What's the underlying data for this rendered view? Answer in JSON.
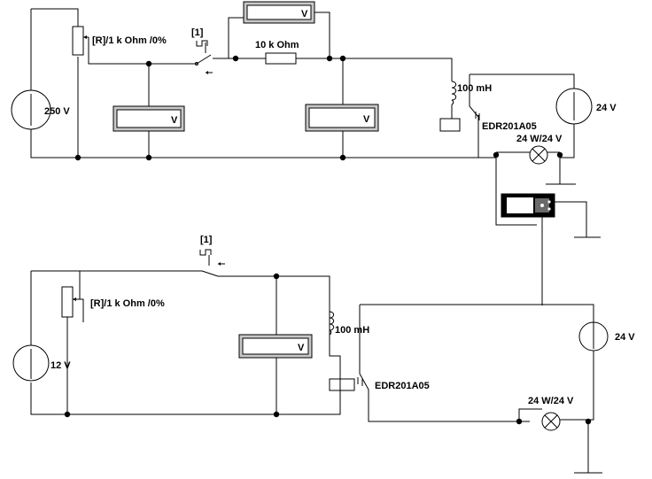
{
  "colors": {
    "background": "#ffffff",
    "wire": "#000000",
    "meter_screen": "#ffffff"
  },
  "top_circuit": {
    "source_label": "250 V",
    "potentiometer_label": "[R]/1 k Ohm /0%",
    "switch_key_label": "[1]",
    "resistor_label": "10 k Ohm",
    "inductor_label": "100 mH",
    "relay_label": "EDR201A05",
    "lamp_label": "24 W/24 V",
    "supply_label": "24 V",
    "voltmeter_unit": "V"
  },
  "bottom_circuit": {
    "source_label": "12 V",
    "potentiometer_label": "[R]/1 k Ohm /0%",
    "switch_key_label": "[1]",
    "inductor_label": "100 mH",
    "relay_label": "EDR201A05",
    "lamp_label": "24 W/24 V",
    "supply_label": "24 V",
    "voltmeter_unit": "V"
  },
  "icons": {
    "voltage_source": "dc-voltage-source-icon",
    "voltmeter": "voltmeter-icon",
    "lamp": "lamp-icon",
    "ground": "ground-icon",
    "oscilloscope": "oscilloscope-icon"
  }
}
